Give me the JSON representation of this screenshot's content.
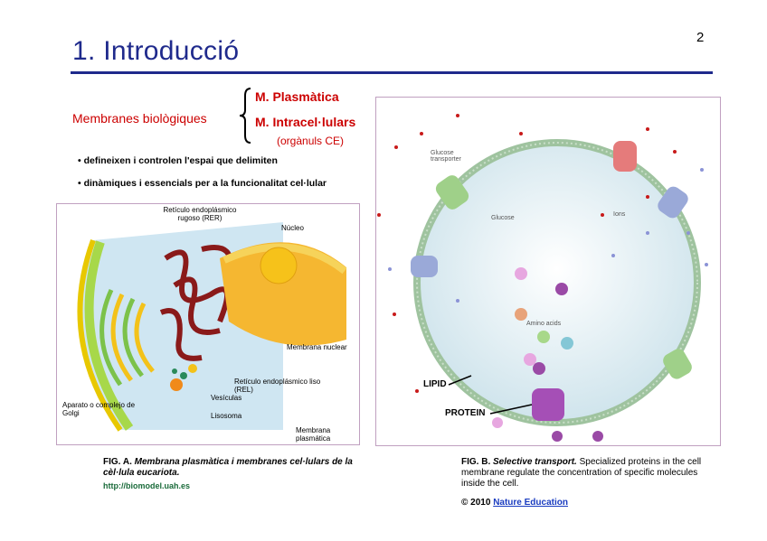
{
  "slide": {
    "title": "1. Introducció",
    "page_number": "2",
    "membranes_label": "Membranes biològiques",
    "membrane_types": [
      "M. Plasmàtica",
      "M. Intracel·lulars"
    ],
    "intracellular_note": "(orgànuls CE)",
    "bullets": [
      "• defineixen i controlen l'espai que delimiten",
      "• dinàmiques i essencials per a la funcionalitat cel·lular"
    ]
  },
  "figA": {
    "labels": {
      "rer": "Retículo endoplásmico rugoso (RER)",
      "nucleo": "Núcleo",
      "membrana_nuclear": "Membrana nuclear",
      "rel": "Retículo endoplásmico liso (REL)",
      "vesiculas": "Vesículas",
      "lisosoma": "Lisosoma",
      "golgi": "Aparato o complejo de Golgi",
      "membrana_plasmatica": "Membrana plasmática"
    },
    "caption_prefix": "FIG. A.",
    "caption_text": "Membrana plasmàtica i membranes cel·lulars de la cèl·lula eucariota.",
    "link": "http://biomodel.uah.es"
  },
  "figB": {
    "labels": {
      "glucose_transporter": "Glucose transporter",
      "glucose": "Glucose",
      "ions": "Ions",
      "amino_acids": "Amino acids",
      "lipid": "LIPID",
      "protein": "PROTEIN"
    },
    "caption_prefix": "FIG. B.",
    "caption_title": "Selective transport.",
    "caption_text": "Specialized proteins in the cell membrane regulate the concentration of specific molecules inside the cell.",
    "copyright": "© 2010",
    "publisher": "Nature Education"
  },
  "colors": {
    "title_blue": "#1f2a8c",
    "accent_red": "#cc0000"
  }
}
